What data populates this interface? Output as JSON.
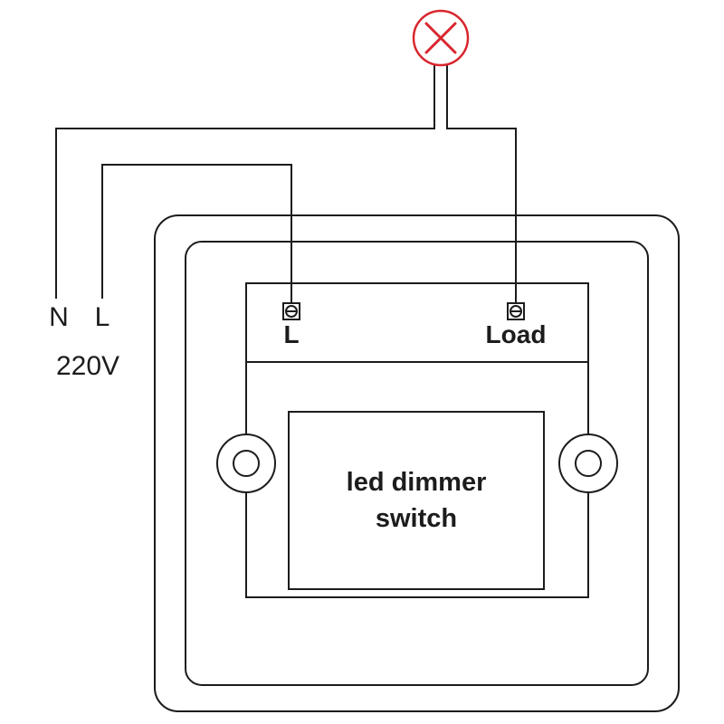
{
  "labels": {
    "neutral": "N",
    "live": "L",
    "voltage": "220V",
    "terminal_live": "L",
    "terminal_load": "Load",
    "device_name": "led dimmer switch"
  },
  "colors": {
    "line": "#1c1c1c",
    "lamp": "#d9262e",
    "background": "#ffffff"
  },
  "icons": {
    "lamp": "lamp-cross-icon"
  }
}
